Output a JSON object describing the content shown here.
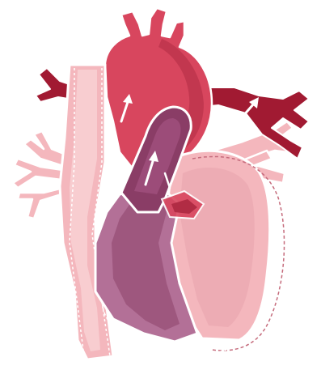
{
  "figure": {
    "labels": [],
    "colors": {
      "background": "#ffffff",
      "aorta": "#d8465e",
      "aorta_dark": "#b12c44",
      "vessel_dark_red": "#a11a32",
      "pale_pink": "#f4b7bd",
      "pale_pink_light": "#f9d5d8",
      "outline": "#ffffff",
      "pulmonary_purple": "#8a3d66",
      "ventricle_purple": "#b37097",
      "pink_chamber": "#e7a4ad",
      "dashed_outline": "#c56b7c",
      "arrow": "#ffffff"
    },
    "parts": [
      {
        "name": "aorta-arch",
        "icon": "aortic-arch"
      },
      {
        "name": "left-branch-vessel",
        "icon": "vessel"
      },
      {
        "name": "right-branch-vessel",
        "icon": "vessel"
      },
      {
        "name": "superior-vena-cava",
        "icon": "vein"
      },
      {
        "name": "pulmonary-trunk",
        "icon": "artery"
      },
      {
        "name": "right-ventricle",
        "icon": "chamber"
      },
      {
        "name": "left-ventricle",
        "icon": "chamber"
      },
      {
        "name": "lung-vessels-left",
        "icon": "vessel"
      },
      {
        "name": "lung-vessels-right",
        "icon": "vessel"
      }
    ]
  }
}
